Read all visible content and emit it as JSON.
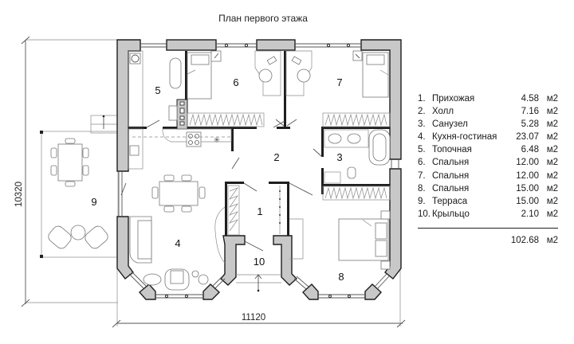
{
  "title": "План первого этажа",
  "dimensions": {
    "width_label": "11120",
    "height_label": "10320"
  },
  "rooms": [
    {
      "id": "1",
      "label": "1"
    },
    {
      "id": "2",
      "label": "2"
    },
    {
      "id": "3",
      "label": "3"
    },
    {
      "id": "4",
      "label": "4"
    },
    {
      "id": "5",
      "label": "5"
    },
    {
      "id": "6",
      "label": "6"
    },
    {
      "id": "7",
      "label": "7"
    },
    {
      "id": "8",
      "label": "8"
    },
    {
      "id": "9",
      "label": "9"
    },
    {
      "id": "10",
      "label": "10"
    }
  ],
  "legend": {
    "items": [
      {
        "num": "1.",
        "name": "Прихожая",
        "area": "4.58",
        "unit": "м2"
      },
      {
        "num": "2.",
        "name": "Холл",
        "area": "7.16",
        "unit": "м2"
      },
      {
        "num": "3.",
        "name": "Санузел",
        "area": "5.28",
        "unit": "м2"
      },
      {
        "num": "4.",
        "name": "Кухня-гостиная",
        "area": "23.07",
        "unit": "м2"
      },
      {
        "num": "5.",
        "name": "Топочная",
        "area": "6.48",
        "unit": "м2"
      },
      {
        "num": "6.",
        "name": "Спальня",
        "area": "12.00",
        "unit": "м2"
      },
      {
        "num": "7.",
        "name": "Спальня",
        "area": "12.00",
        "unit": "м2"
      },
      {
        "num": "8.",
        "name": "Спальня",
        "area": "15.00",
        "unit": "м2"
      },
      {
        "num": "9.",
        "name": "Терраса",
        "area": "15.00",
        "unit": "м2"
      },
      {
        "num": "10.",
        "name": "Крыльцо",
        "area": "2.10",
        "unit": "м2"
      }
    ],
    "total_area": "102.68",
    "total_unit": "м2"
  }
}
